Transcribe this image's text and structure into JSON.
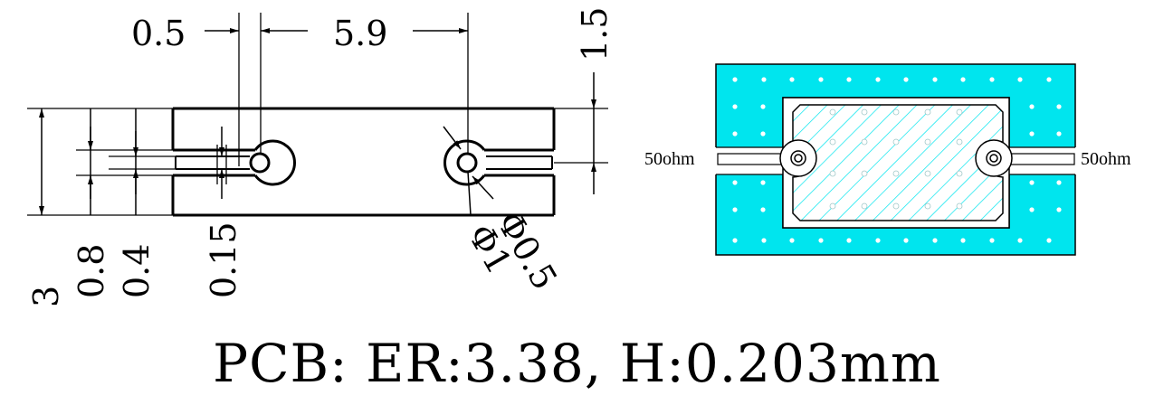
{
  "drawing": {
    "dimensions": {
      "gap_width": "0.5",
      "feed_length": "5.9",
      "top_margin": "1.5",
      "board_width": "3",
      "slot_height": "0.8",
      "line_width": "0.4",
      "slot_gap": "0.15",
      "via_inner_diameter": "Φ0.5",
      "via_outer_diameter": "Φ1"
    }
  },
  "layout_view": {
    "port_left_label": "50ohm",
    "port_right_label": "50ohm",
    "colors": {
      "ground_copper": "#00e5ee",
      "via_dots": "#ffffff",
      "hatch": "#00e5ee",
      "outline": "#000000"
    }
  },
  "caption": "PCB: ER:3.38, H:0.203mm"
}
